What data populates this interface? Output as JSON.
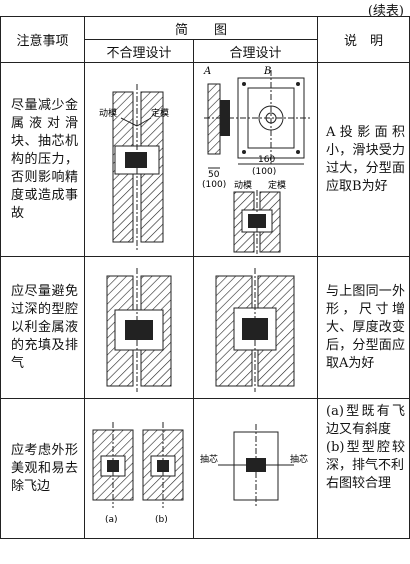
{
  "continued": "(续表)",
  "header": {
    "col_notes": "注意事项",
    "col_diagram": "简　　图",
    "col_bad": "不合理设计",
    "col_good": "合理设计",
    "col_desc": "说　明"
  },
  "rows": [
    {
      "note": "尽量减少金属液对滑块、抽芯机构的压力，否则影响精度或造成事故",
      "bad_labels": {
        "moving": "动模",
        "fixed": "定模"
      },
      "good_labels": {
        "a": "A",
        "b": "B",
        "d50": "50",
        "d100a": "(100)",
        "d160": "160",
        "d100b": "(100)",
        "moving": "动模",
        "fixed": "定模"
      },
      "desc": "A投影面积小，滑块受力过大，分型面应取B为好"
    },
    {
      "note": "应尽量避免过深的型腔以利金属液的充填及排气",
      "desc": "与上图同一外形，尺寸增大、厚度改变后，分型面应取A为好"
    },
    {
      "note": "应考虑外形美观和易去除飞边",
      "bad_labels": {
        "a": "(a)",
        "b": "(b)"
      },
      "good_labels": {
        "core_left": "抽芯",
        "core_right": "抽芯"
      },
      "desc_lines": [
        "(a)型既有飞边又有斜度",
        "(b)型型腔较深，排气不利",
        "右图较合理"
      ]
    }
  ]
}
